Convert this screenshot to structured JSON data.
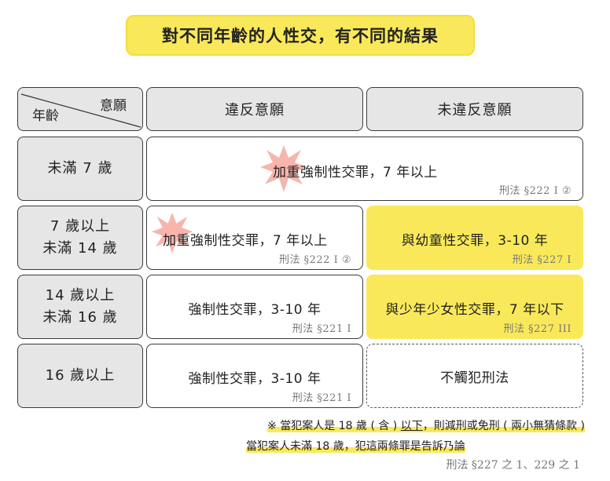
{
  "title": "對不同年齡的人性交，有不同的結果",
  "header": {
    "corner_top": "意願",
    "corner_bottom": "年齡",
    "col1": "違反意願",
    "col2": "未違反意願"
  },
  "rows": [
    {
      "age": [
        "未滿 7 歲"
      ],
      "merged": {
        "text": "加重強制性交罪，7 年以上",
        "law": "刑法 §222 I ②"
      }
    },
    {
      "age": [
        "7 歲以上",
        "未滿 14 歲"
      ],
      "against": {
        "text": "加重強制性交罪，7 年以上",
        "law": "刑法 §222 I ②"
      },
      "consent": {
        "text": "與幼童性交罪，3-10 年",
        "law": "刑法 §227 I"
      }
    },
    {
      "age": [
        "14 歲以上",
        "未滿 16 歲"
      ],
      "against": {
        "text": "強制性交罪，3-10 年",
        "law": "刑法 §221 I"
      },
      "consent": {
        "text": "與少年少女性交罪，7 年以下",
        "law": "刑法 §227 III"
      }
    },
    {
      "age": [
        "16 歲以上"
      ],
      "against": {
        "text": "強制性交罪，3-10 年",
        "law": "刑法 §221 I"
      },
      "consent": {
        "text": "不觸犯刑法"
      }
    }
  ],
  "notes": {
    "line1_prefix": "※ 當犯案人是 18 歲 ( 含 ) ",
    "line1_ul": "以下",
    "line1_suffix": "，則減刑或免刑 ( 兩小無猜條款 )",
    "line2": "當犯案人未滿 18 歲，犯這兩條罪是告訴乃論",
    "law": "刑法 §227 之 1、229 之 1"
  },
  "colors": {
    "highlight": "#f9e95a",
    "header_gray": "#e6e6e6",
    "burst": "#f7b5ad"
  }
}
